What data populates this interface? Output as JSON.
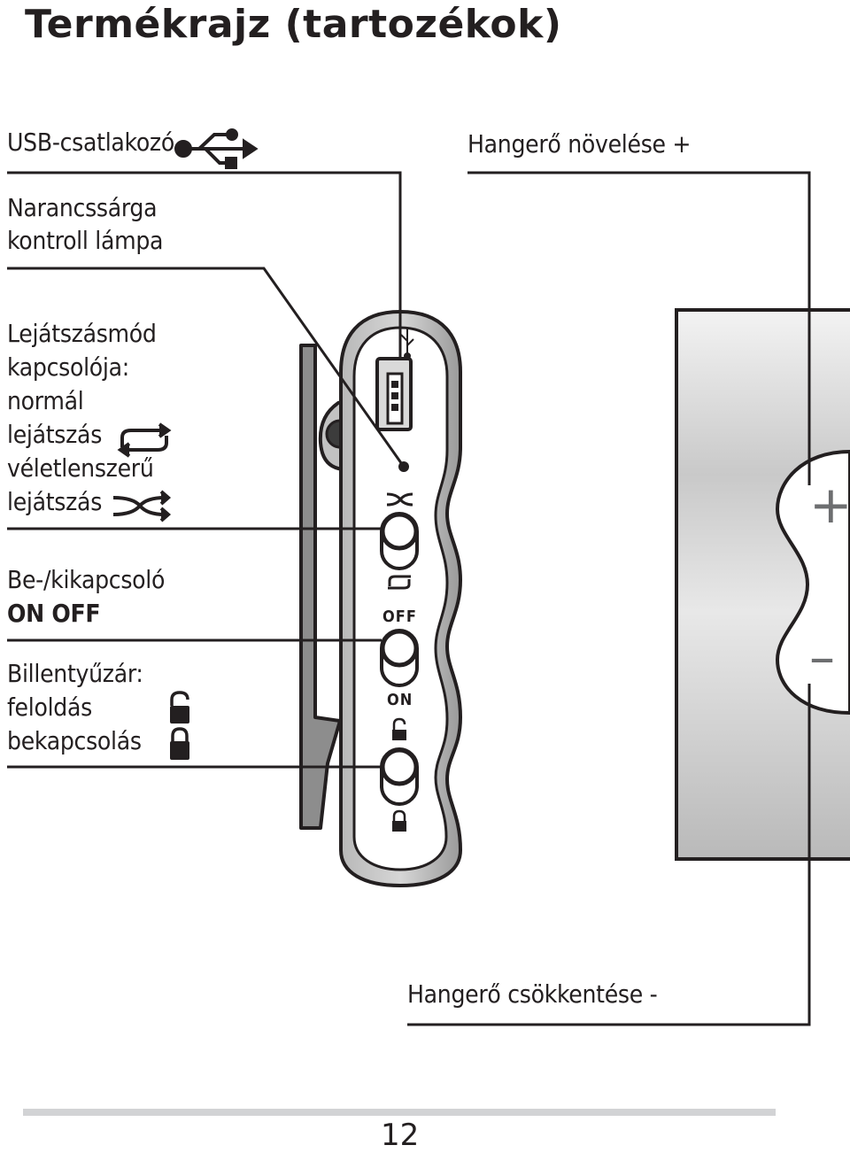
{
  "title": "Termékrajz (tartozékok)",
  "labels": {
    "usb": "USB-csatlakozó",
    "volume_up": "Hangerő növelése +",
    "led_1": "Narancssárga",
    "led_2": "kontroll lámpa",
    "mode_1": "Lejátszásmód",
    "mode_2": "kapcsolója:",
    "mode_3": "normál",
    "mode_4": "lejátszás",
    "mode_5": "véletlenszerű",
    "mode_6": "lejátszás",
    "power_1": "Be-/kikapcsoló",
    "power_2": "ON OFF",
    "lock_1": "Billentyűzár:",
    "lock_2": "feloldás",
    "lock_3": "bekapcsolás",
    "volume_down": "Hangerő csökkentése -"
  },
  "device_markings": {
    "off": "OFF",
    "on": "ON"
  },
  "side_buttons": {
    "plus": "+",
    "minus": "–"
  },
  "page_number": "12",
  "icons": [
    "usb-icon",
    "repeat-icon",
    "shuffle-icon",
    "unlock-icon",
    "lock-icon"
  ]
}
